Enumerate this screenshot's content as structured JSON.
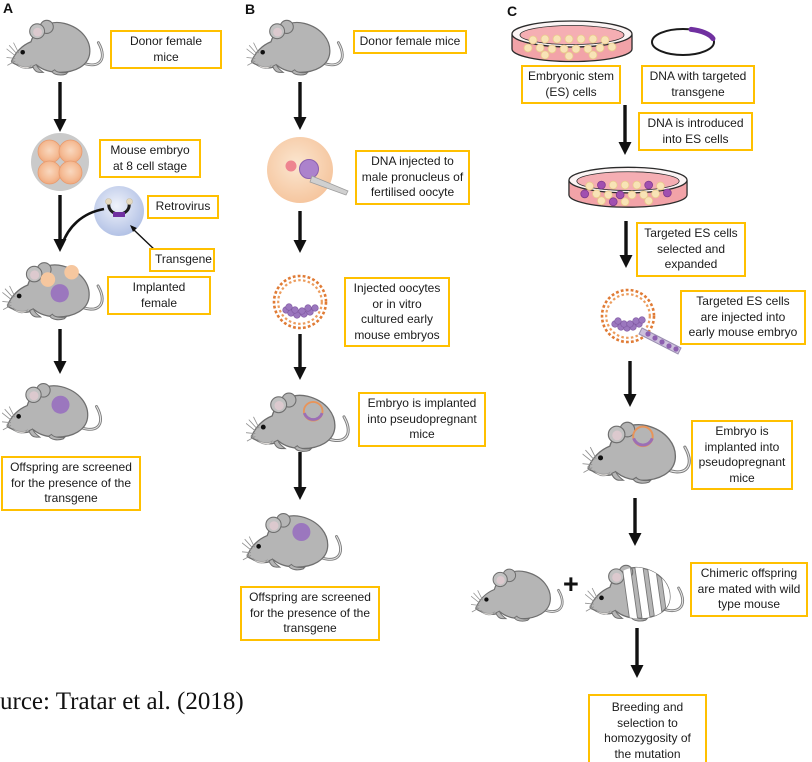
{
  "figure": {
    "source_text": "urce: Tratar et al. (2018)",
    "panel_a": {
      "label": "A",
      "donor": "Donor female mice",
      "embryo": "Mouse embryo at 8 cell stage",
      "retrovirus": "Retrovirus",
      "transgene": "Transgene",
      "implanted": "Implanted female",
      "offspring": "Offspring are screened for the presence of the transgene"
    },
    "panel_b": {
      "label": "B",
      "donor": "Donor female mice",
      "inject": "DNA injected to male pronucleus of fertilised oocyte",
      "oocytes": "Injected oocytes or in vitro cultured early mouse embryos",
      "implant": "Embryo is implanted into pseudopregnant mice",
      "offspring": "Offspring are screened for the presence of the transgene"
    },
    "panel_c": {
      "label": "C",
      "es_cells": "Embryonic stem (ES) cells",
      "dna": "DNA with targeted transgene",
      "intro": "DNA is introduced into ES cells",
      "selected": "Targeted ES cells selected and expanded",
      "injected": "Targeted ES cells are injected into early mouse embryo",
      "implant": "Embryo is implanted into pseudopregnant mice",
      "plus": "+",
      "chimeric": "Chimeric offspring are mated with wild type mouse",
      "breeding": "Breeding and selection to homozygosity of the mutation"
    }
  },
  "colors": {
    "box_border": "#FFC000",
    "mouse_gray": "#B5B5B5",
    "transgene_purple": "#7030A0",
    "spot_purple": "#9B77BE",
    "spot_peach": "#F6C79F",
    "dish_pink": "#F2A3A8",
    "blastocyst_orange": "#E07B35",
    "virus_blue": "#AEBEE4"
  }
}
